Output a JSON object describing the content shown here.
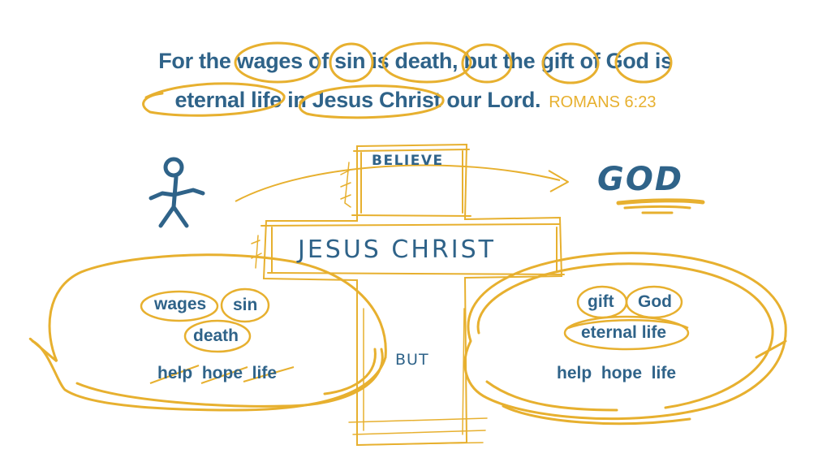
{
  "verse": {
    "line1": "For the wages of sin is  death, but the gift of God is",
    "line2": "eternal life in Jesus Christ our Lord.",
    "reference": "ROMANS 6:23"
  },
  "cross": {
    "top_label": "BELIEVE",
    "center_label": "JESUS CHRIST",
    "bottom_label": "BUT"
  },
  "god_label": "GOD",
  "left_bubble": {
    "words": [
      "wages",
      "sin",
      "death"
    ],
    "needs": "help  hope  life"
  },
  "right_bubble": {
    "words": [
      "gift",
      "God",
      "eternal life"
    ],
    "needs": "help  hope  life"
  },
  "colors": {
    "blue": "#2f6389",
    "gold": "#e7b02f"
  },
  "icons": {
    "person": "stick-figure-icon",
    "arrow": "arrow-right-icon"
  }
}
